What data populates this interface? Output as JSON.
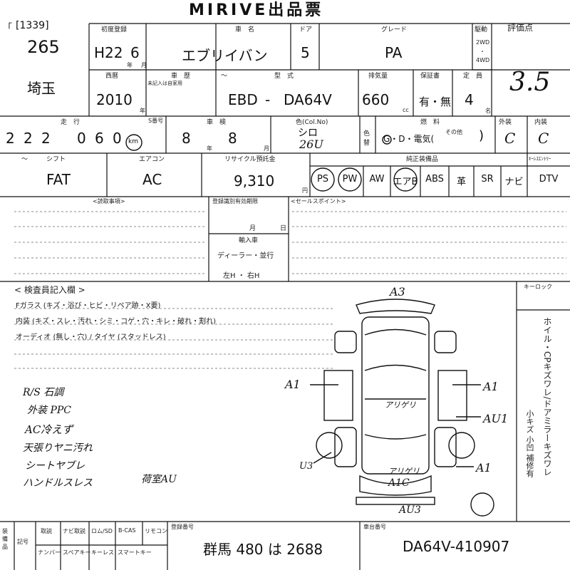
{
  "header": {
    "title": "MIRIVE出品票",
    "lot_ref": "[1339]",
    "lot_number": "265",
    "prefecture": "埼玉",
    "bracket_mark": "「"
  },
  "labels": {
    "first_reg": "初度登録",
    "car_name": "車　名",
    "door": "ドア",
    "grade": "グレード",
    "drive": "駆動",
    "drive_2wd": "2WD",
    "drive_dot": "・",
    "drive_4wd": "4WD",
    "score": "評価点",
    "year_unit": "年",
    "month_unit": "月",
    "seireki": "西暦",
    "shaken": "車　歴",
    "shaken_note": "未記入は自家用",
    "tilde": "〜",
    "model": "型　式",
    "displacement": "排気量",
    "cc_unit": "cc",
    "warranty": "保証書",
    "capacity": "定　員",
    "person_unit": "名",
    "mileage": "走　行",
    "s_num": "S番号",
    "shaken_exp": "車　検",
    "color": "色(Col.No)",
    "color_side": "色替",
    "fuel": "燃　料",
    "other": "その他",
    "exterior": "外装",
    "interior": "内装",
    "shift": "シフト",
    "aircon": "エアコン",
    "recycle": "リサイクル預託金",
    "yen_unit": "円",
    "equipment": "純正装備品",
    "key_remote": "ｷｰﾚｽｴﾝﾄﾘｰ",
    "remarks": "<読取事項>",
    "registration_deadline": "登録識別有効期限",
    "month_lbl": "月",
    "day_lbl": "日",
    "import_car": "輸入車",
    "dealer": "ディーラー・並行",
    "handle": "左H ・ 右H",
    "sales_point": "<セールスポイント>",
    "inspector": "< 検査員記入欄 >",
    "f_glass": "Fガラス (キズ・浴び・ヒビ・リペア跡・X要)",
    "interior_line": "内装 (キズ・スレ・汚れ・シミ・コゲ・穴・キレ・破れ・割れ)",
    "audio_line": "オーディオ (無し・穴) / タイヤ (スタッドレス)",
    "keylock": "キーロック",
    "right_vertical": "ホイル・CPキズワレ/ドアミラーキズワレ",
    "right_sub": "小キズ 小凹 補修有",
    "bottom_left_1": "装備品",
    "bottom_left_2": "記号",
    "bottom_cols": [
      "取説",
      "ナビ取説",
      "ロム/SD",
      "B-CAS",
      "リモコン"
    ],
    "bottom_cols2": [
      "ナンバー",
      "スペアキー",
      "キーレス",
      "スマートキー"
    ],
    "plate_label": "登録番号",
    "chassis_label": "車台番号"
  },
  "values": {
    "first_reg_era": "H22",
    "first_reg_month": "6",
    "car_name": "エブリイバン",
    "door": "5",
    "grade": "PA",
    "score": "3.5",
    "seireki": "2010",
    "model_prefix": "EBD",
    "model_dash": "-",
    "model_code": "DA64V",
    "displacement": "660",
    "warranty": "有・無",
    "capacity": "4",
    "mileage_digits": [
      "2",
      "2",
      "2",
      "0",
      "6",
      "0"
    ],
    "mileage_unit": "km",
    "shaken_year": "8",
    "shaken_month": "8",
    "color_name": "シロ",
    "color_no": "26U",
    "fuel": "G・D・電気(",
    "fuel_close": ")",
    "exterior_grade": "C",
    "interior_grade": "C",
    "shift": "FAT",
    "aircon": "AC",
    "recycle": "9,310"
  },
  "equipment_items": [
    "PS",
    "PW",
    "AW",
    "エアB",
    "ABS",
    "革",
    "SR",
    "ナビ",
    "DTV"
  ],
  "equipment_circled": [
    "PS",
    "PW",
    "エアB"
  ],
  "handwritten_notes": [
    "R/S 石調",
    "外装 PPC",
    "AC冷えず",
    "天張りヤニ汚れ",
    "シートヤブレ",
    "ハンドルスレス",
    "荷室AU"
  ],
  "diagram_marks": {
    "top": "A3",
    "left1": "A1",
    "right1": "A1",
    "right2": "AU1",
    "center1": "アリゲリ",
    "center2": "アリゲリ",
    "center3": "A1C",
    "bottom": "AU3",
    "lower_left": "U3",
    "lower_right": "A1"
  },
  "bottom": {
    "plate": "群馬 480 は 2688",
    "chassis": "DA64V-410907"
  }
}
